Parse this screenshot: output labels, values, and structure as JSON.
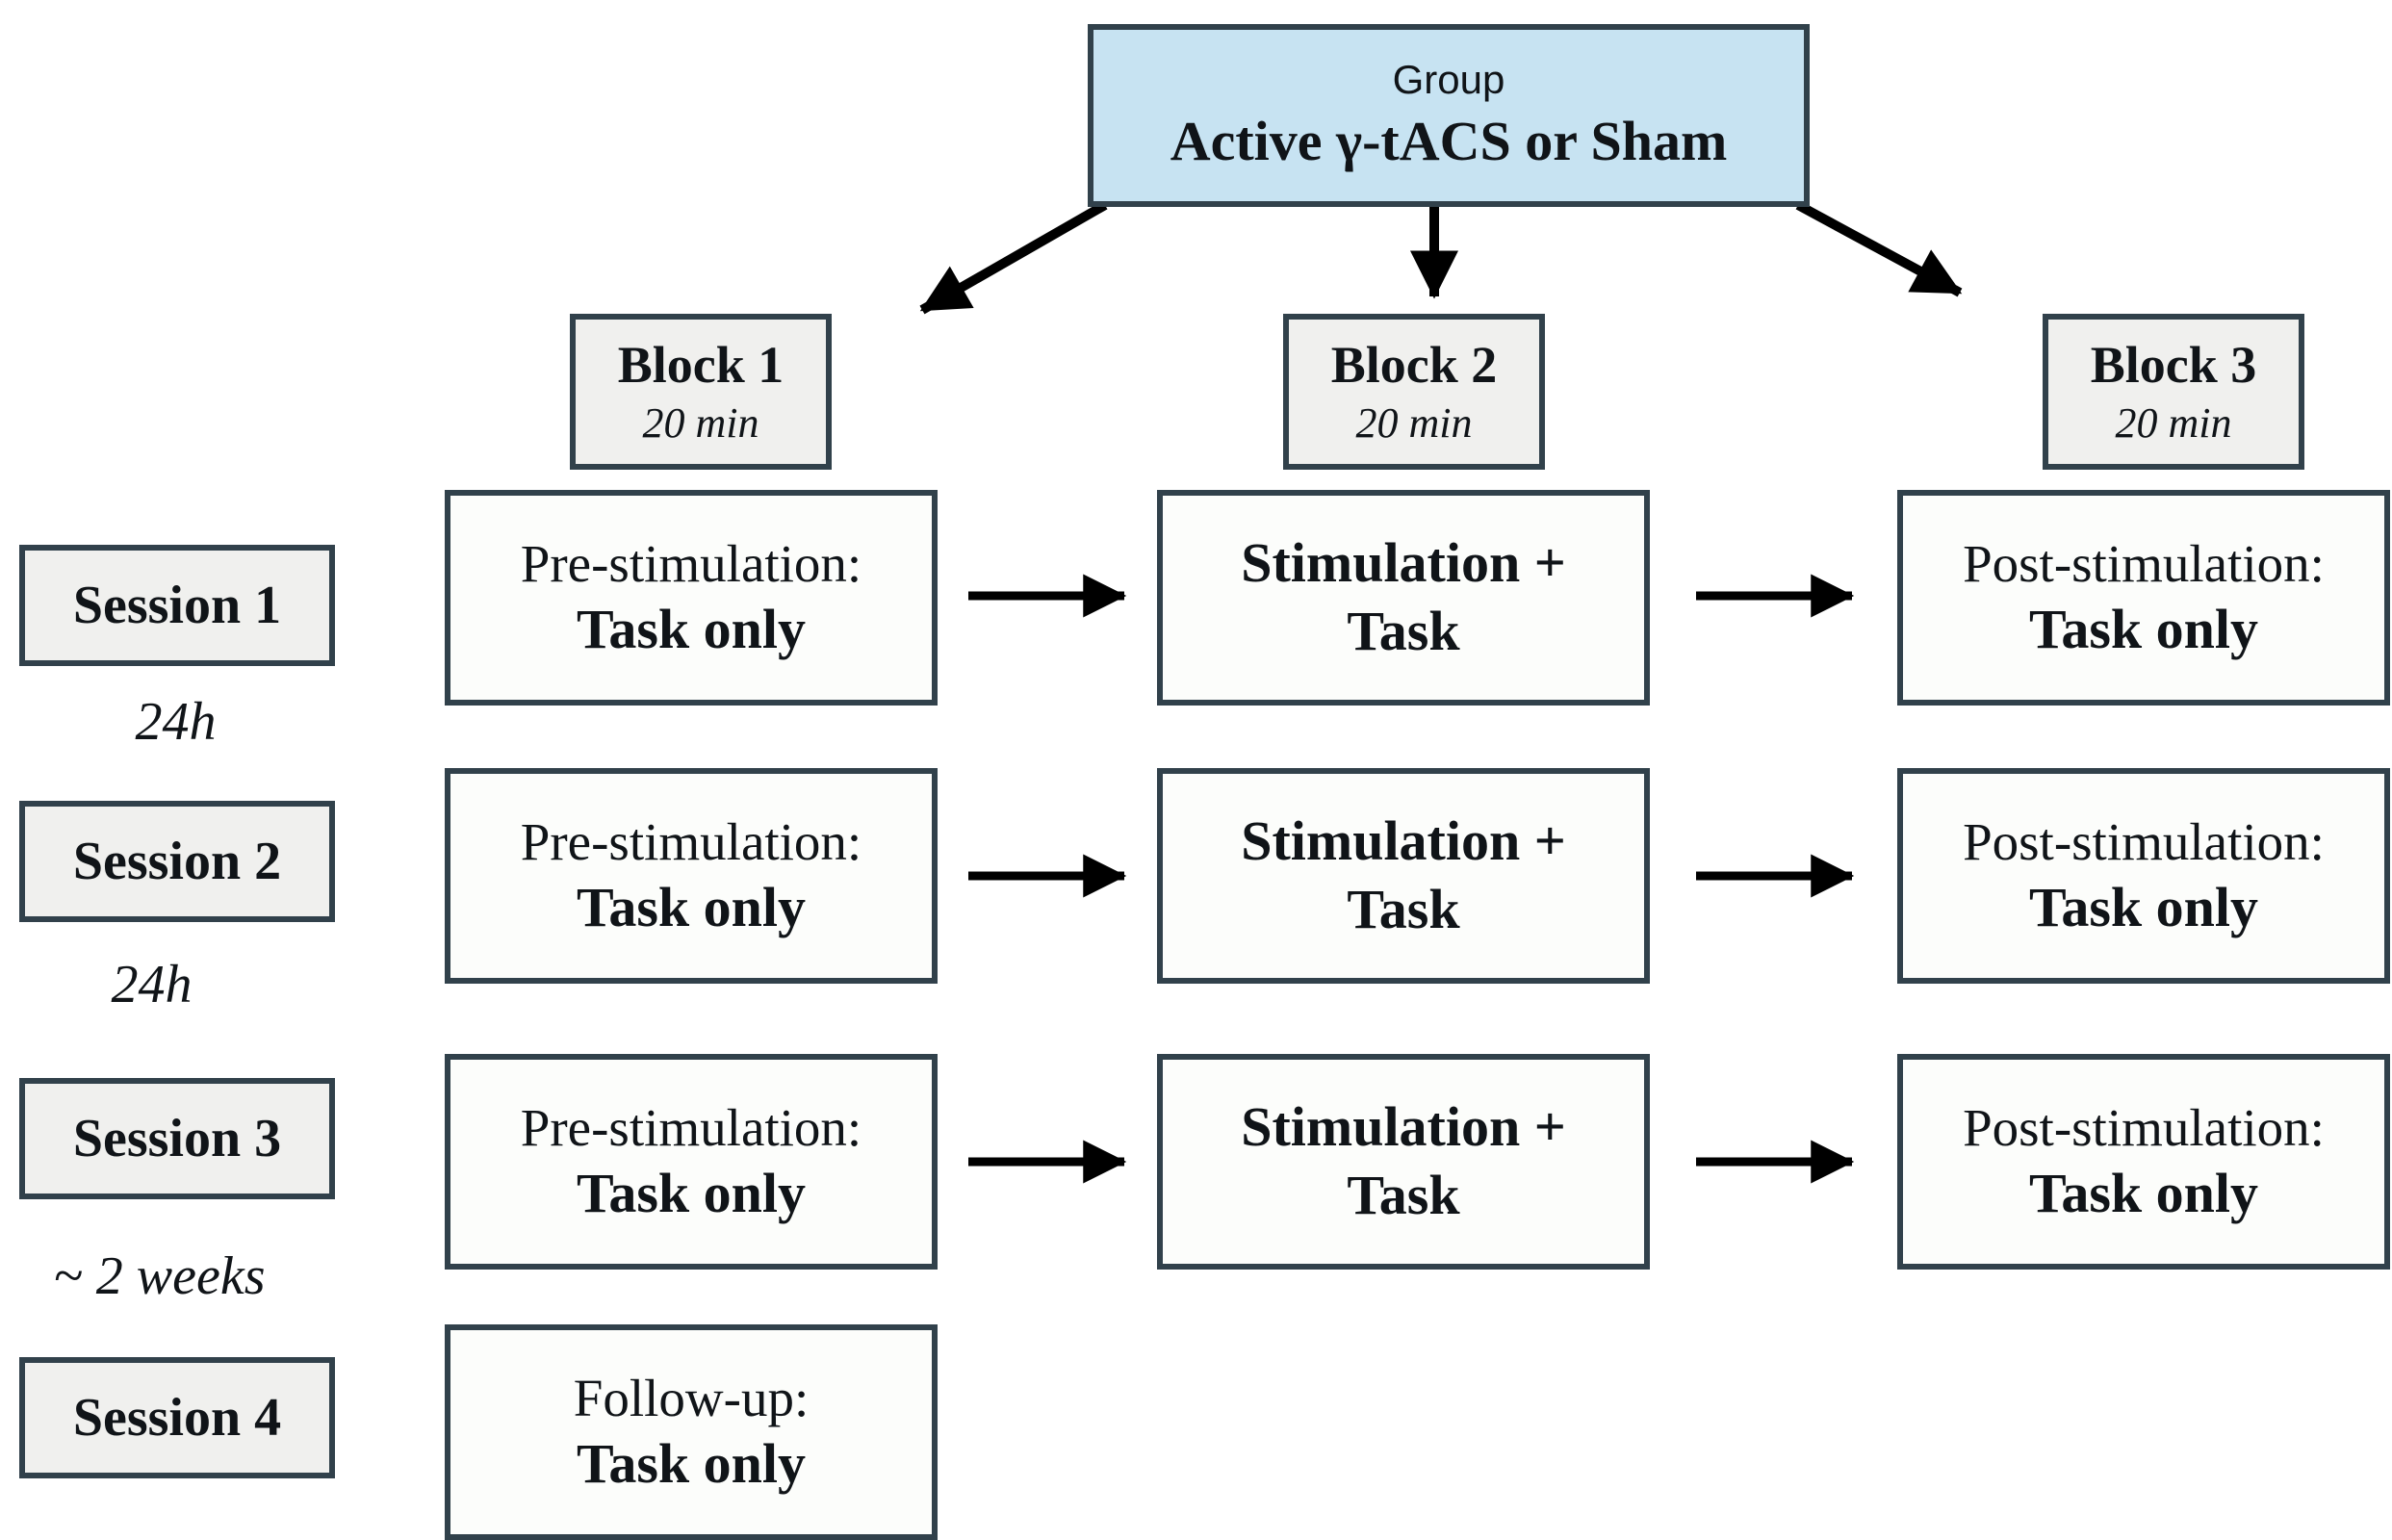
{
  "group_box": {
    "label": "Group",
    "subtitle": "Active γ-tACS or Sham"
  },
  "blocks": [
    {
      "label": "Block 1",
      "duration": "20 min"
    },
    {
      "label": "Block 2",
      "duration": "20 min"
    },
    {
      "label": "Block 3",
      "duration": "20 min"
    }
  ],
  "sessions": [
    {
      "label": "Session 1"
    },
    {
      "label": "Session 2"
    },
    {
      "label": "Session 3"
    },
    {
      "label": "Session 4"
    }
  ],
  "intervals": [
    {
      "label": "24h"
    },
    {
      "label": "24h"
    },
    {
      "label": "~ 2 weeks"
    }
  ],
  "rows": [
    {
      "cells": [
        {
          "line1": "Pre-stimulation:",
          "line2": "Task only"
        },
        {
          "line1": "Stimulation +",
          "line2": "Task"
        },
        {
          "line1": "Post-stimulation:",
          "line2": "Task only"
        }
      ]
    },
    {
      "cells": [
        {
          "line1": "Pre-stimulation:",
          "line2": "Task only"
        },
        {
          "line1": "Stimulation +",
          "line2": "Task"
        },
        {
          "line1": "Post-stimulation:",
          "line2": "Task only"
        }
      ]
    },
    {
      "cells": [
        {
          "line1": "Pre-stimulation:",
          "line2": "Task only"
        },
        {
          "line1": "Stimulation +",
          "line2": "Task"
        },
        {
          "line1": "Post-stimulation:",
          "line2": "Task only"
        }
      ]
    },
    {
      "cells": [
        {
          "line1": "Follow-up:",
          "line2": "Task only"
        }
      ]
    }
  ],
  "colors": {
    "group_fill": "#c7e3f2",
    "header_fill": "#f0f0ee",
    "box_fill": "#fcfdfb",
    "border": "#31414b",
    "arrow": "#000000",
    "background": "#ffffff"
  }
}
